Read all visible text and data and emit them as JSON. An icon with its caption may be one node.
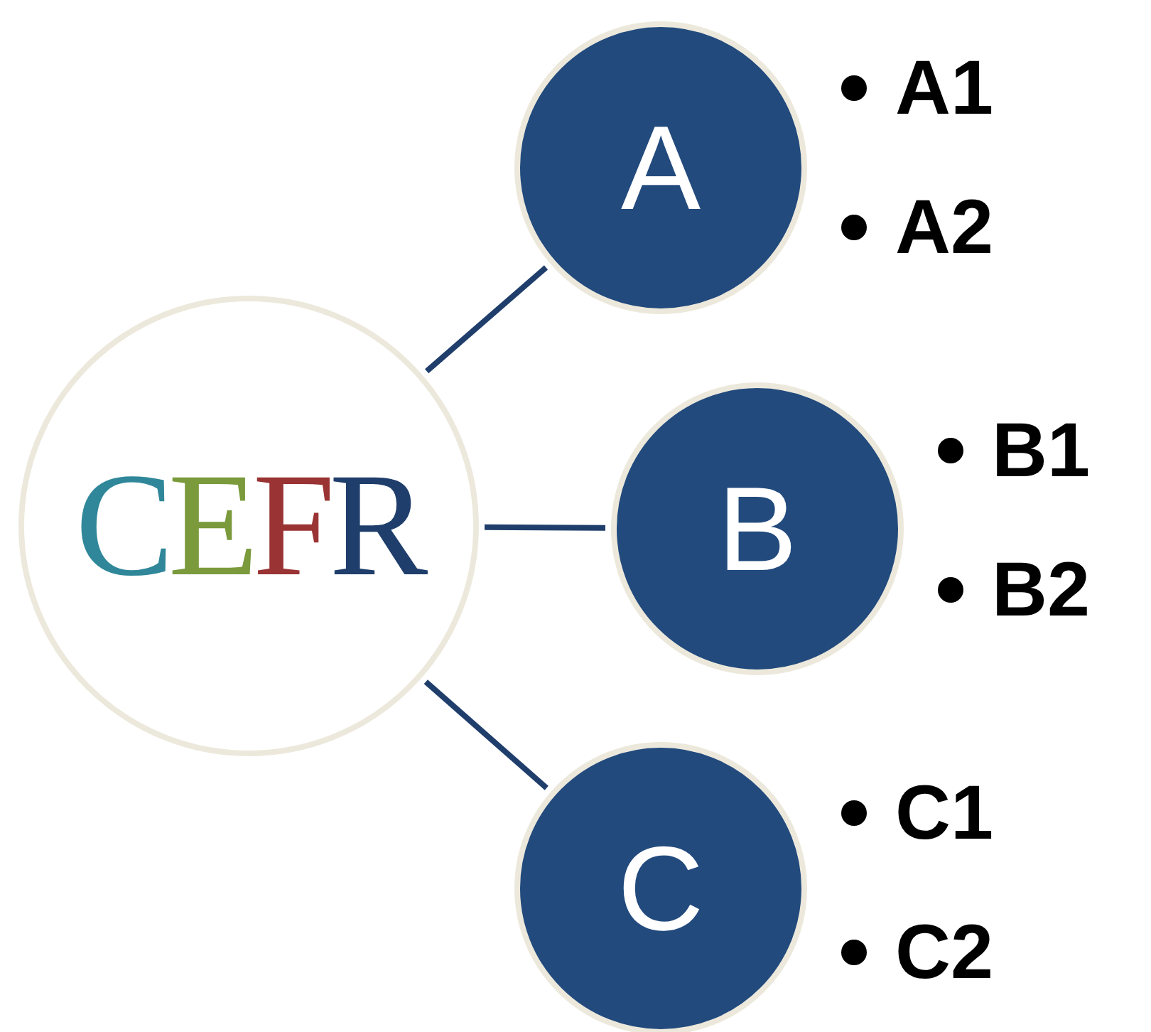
{
  "diagram": {
    "nodes": [
      {
        "text": [
          "CEFR"
        ]
      },
      {
        "text": [
          "A"
        ],
        "beside": [
          "A1",
          "A2"
        ]
      },
      {
        "text": [
          "B"
        ],
        "beside": [
          "B1",
          "B2"
        ]
      },
      {
        "text": [
          "C"
        ],
        "beside": [
          "C1",
          "C2"
        ]
      }
    ],
    "edges": [
      {
        "from": 0,
        "to": 1,
        "arrow": "none"
      },
      {
        "from": 0,
        "to": 2,
        "arrow": "none"
      },
      {
        "from": 0,
        "to": 3,
        "arrow": "none"
      }
    ]
  }
}
